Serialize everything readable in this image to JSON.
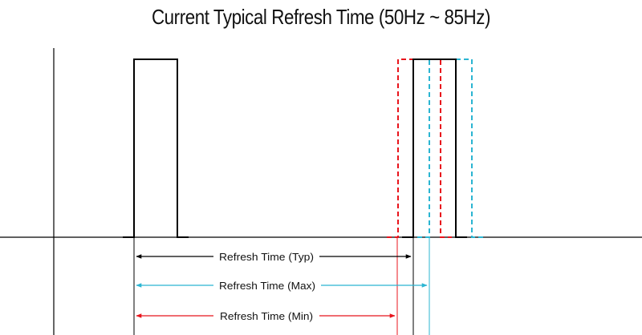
{
  "title": "Current Typical Refresh Time (50Hz ~ 85Hz)",
  "labels": {
    "typ": "Refresh Time (Typ)",
    "max": "Refresh Time (Max)",
    "min": "Refresh Time (Min)"
  },
  "colors": {
    "typ": "#000000",
    "max": "#2bb5d2",
    "min": "#e8141c",
    "axis": "#000000"
  }
}
